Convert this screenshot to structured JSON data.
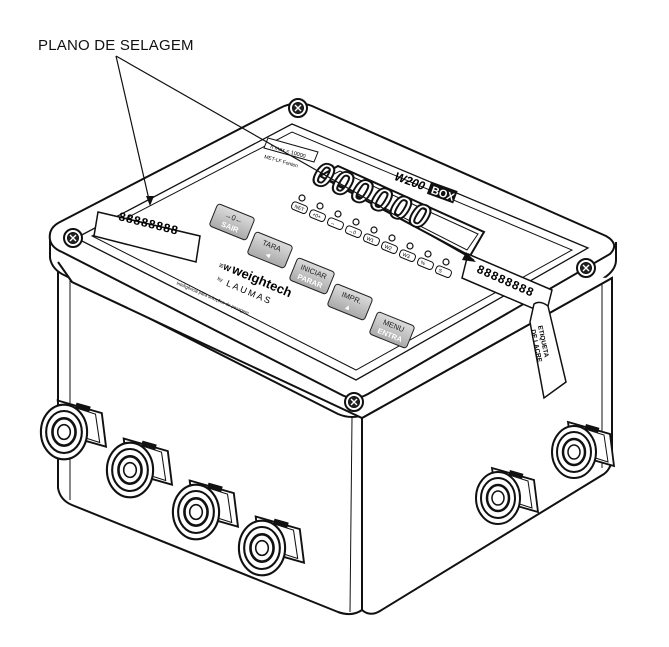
{
  "callout": {
    "label": "PLANO DE SELAGEM"
  },
  "device": {
    "model": "W200",
    "model_suffix": "BOX",
    "display_digits": "000000",
    "spec_line_1": "n max = 10000",
    "spec_line_2": "MET-LF Fonten",
    "status_leds": [
      "NET",
      "+0+",
      "↔",
      "→0",
      "W1",
      "W2",
      "W3",
      "%",
      "S"
    ],
    "keys": [
      {
        "top": "→0←",
        "bottom": "SAIR"
      },
      {
        "top": "TARA",
        "bottom": "◄"
      },
      {
        "top": "INICIAR",
        "bottom": "PARAR"
      },
      {
        "top": "IMPR.",
        "bottom": "▲"
      },
      {
        "top": "MENU",
        "bottom": "ENTRA"
      }
    ],
    "brand_name": "weightech",
    "brand_by": "by",
    "brand_maker": "LAUMAS",
    "brand_tagline": "Inteligência para soluções de pesagem",
    "seal_left": "88888888",
    "seal_right": "88888888",
    "seal_tag": [
      "ETIQUETA",
      "DE LACRE"
    ]
  }
}
